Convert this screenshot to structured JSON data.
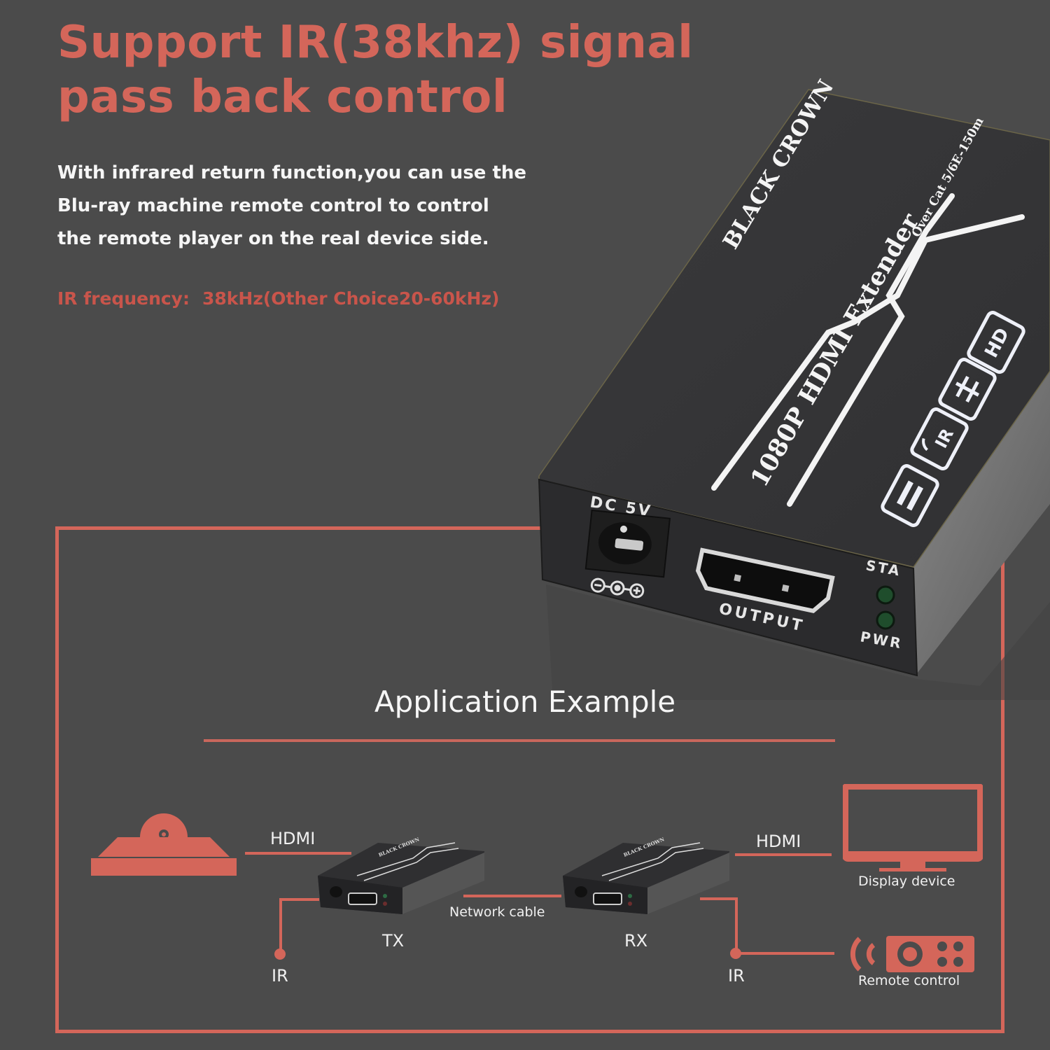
{
  "colors": {
    "background": "#4b4b4b",
    "accent": "#d4665a",
    "text_light": "#f6f6f6",
    "device_body": "#2f2f31",
    "led_green": "#1f4d2c"
  },
  "header": {
    "title_line1": "Support IR(38khz) signal",
    "title_line2": "pass back control"
  },
  "description": {
    "line1": "With infrared return function,you can use the",
    "line2": "Blu-ray machine remote control to control",
    "line3": "the remote player on the real device side."
  },
  "frequency": {
    "label": "IR frequency:",
    "value": "38kHz(Other Choice20-60kHz)"
  },
  "device": {
    "brand": "BLACK CROWN",
    "model": "1080P HDMI Extender",
    "cable_spec": "Over Cat 5/6E-150m",
    "power_label": "DC 5V",
    "port_label": "OUTPUT",
    "led_top_label": "STA",
    "led_bottom_label": "PWR",
    "icons": [
      "hd-icon",
      "network-icon",
      "ir-icon",
      "video-icon"
    ]
  },
  "application": {
    "title": "Application Example",
    "source_link_label": "HDMI",
    "tx_label": "TX",
    "rx_label": "RX",
    "network_label": "Network cable",
    "display_link_label": "HDMI",
    "ir_left_label": "IR",
    "ir_right_label": "IR",
    "display_label": "Display device",
    "remote_label": "Remote control",
    "mini_brand": "BLACK CROWN"
  }
}
